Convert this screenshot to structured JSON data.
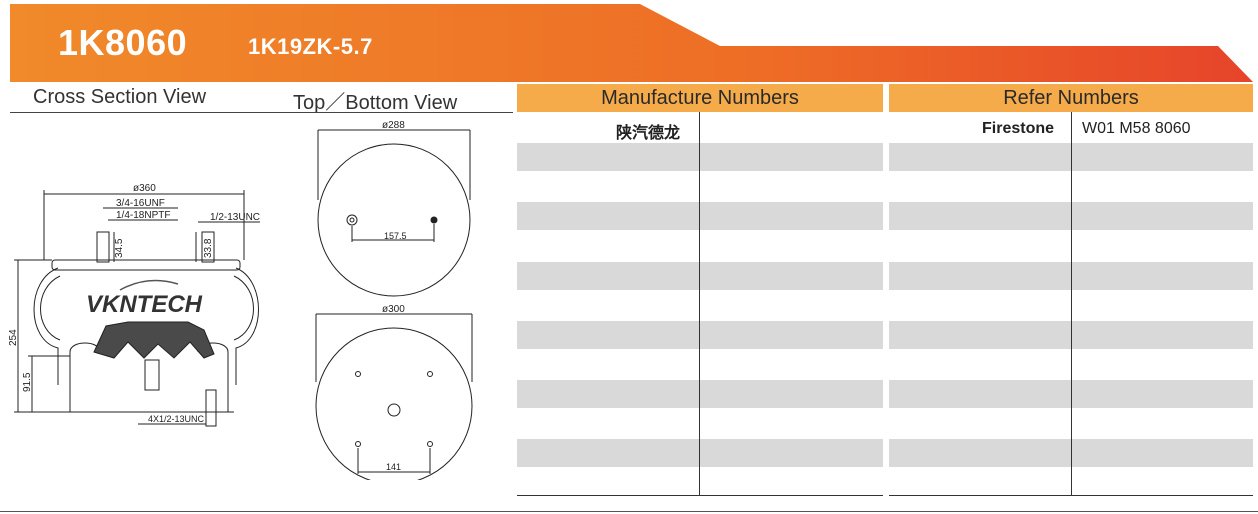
{
  "header": {
    "part_number": "1K8060",
    "model": "1K19ZK-5.7",
    "brand_color": "#ef6a22",
    "accent_color": "#f5ab4a"
  },
  "columns": {
    "cross_section": "Cross Section View",
    "top_bottom": "Top／Bottom View",
    "manufacture": "Manufacture Numbers",
    "refer": "Refer Numbers"
  },
  "cross_section": {
    "logo": "VKNTECH",
    "dim_width": "ø360",
    "thread_top": "3/4-16UNF",
    "port": "1/4-18NPTF",
    "thread_right": "1/2-13UNC",
    "stud_left_h": "34.5",
    "stud_right_h": "33.8",
    "height": "254",
    "piston_h": "91.5",
    "bottom_studs": "4X1/2-13UNC"
  },
  "top_view": {
    "diameter": "ø288",
    "spacing": "157.5"
  },
  "bottom_view": {
    "diameter": "ø300",
    "spacing": "141"
  },
  "manufacture_rows": [
    "陕汽德龙"
  ],
  "refer_rows": [
    {
      "brand": "Firestone",
      "number": "W01 M58 8060"
    }
  ]
}
